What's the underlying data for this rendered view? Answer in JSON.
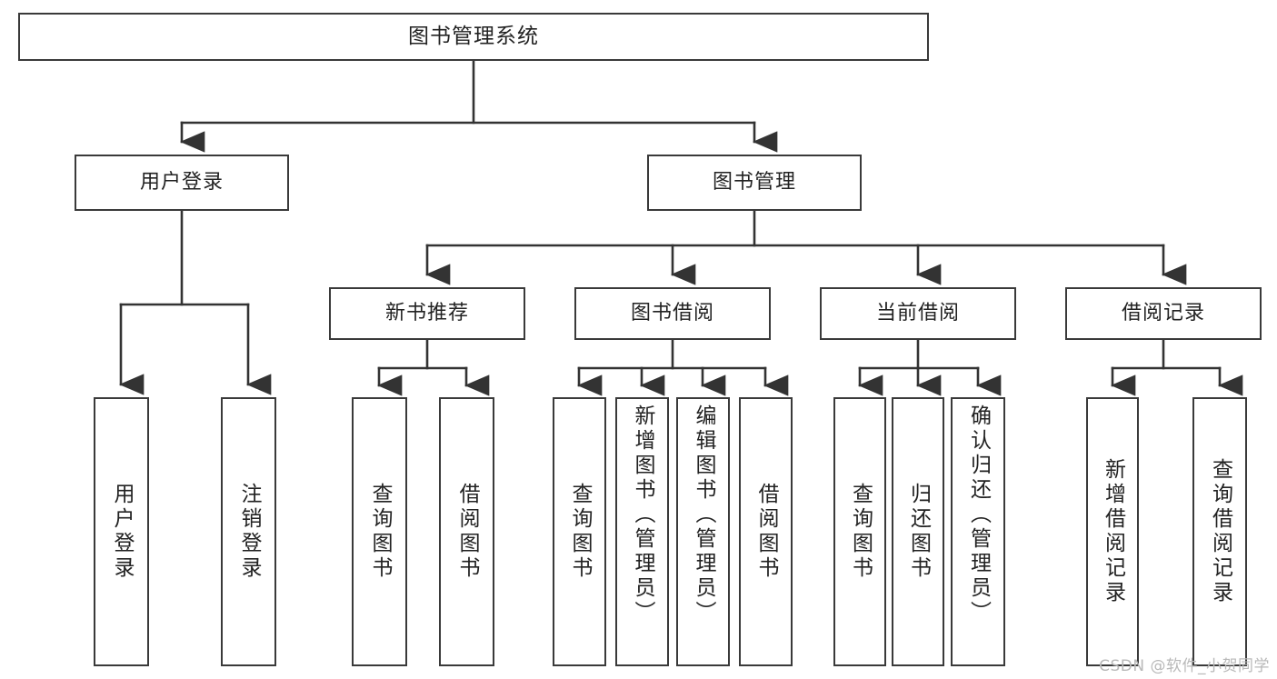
{
  "diagram": {
    "title": "图书管理系统",
    "type": "tree-hierarchy",
    "colors": {
      "box_border": "#3a3a3a",
      "box_fill": "#ffffff",
      "connector": "#333333",
      "text": "#222222",
      "watermark": "#b9b9b9"
    }
  },
  "watermark": {
    "text": "CSDN @软件_小贺同学"
  },
  "nodes": {
    "root": {
      "label": "图书管理系统"
    },
    "level2": [
      {
        "id": "user-login",
        "label": "用户登录"
      },
      {
        "id": "book-manage",
        "label": "图书管理"
      }
    ],
    "level3": [
      {
        "id": "new-book-recommend",
        "label": "新书推荐"
      },
      {
        "id": "book-borrow",
        "label": "图书借阅"
      },
      {
        "id": "current-borrow",
        "label": "当前借阅"
      },
      {
        "id": "borrow-record",
        "label": "借阅记录"
      }
    ],
    "leaves": {
      "user_login": [
        {
          "id": "leaf-user-login",
          "label": "用户登录"
        },
        {
          "id": "leaf-logout-login",
          "label": "注销登录"
        }
      ],
      "new_book_recommend": [
        {
          "id": "leaf-query-book-1",
          "label": "查询图书"
        },
        {
          "id": "leaf-borrow-book-1",
          "label": "借阅图书"
        }
      ],
      "book_borrow": [
        {
          "id": "leaf-query-book-2",
          "label": "查询图书"
        },
        {
          "id": "leaf-add-book",
          "label": "新增图书（管理员）"
        },
        {
          "id": "leaf-edit-book",
          "label": "编辑图书（管理员）"
        },
        {
          "id": "leaf-borrow-book-2",
          "label": "借阅图书"
        }
      ],
      "current_borrow": [
        {
          "id": "leaf-query-book-3",
          "label": "查询图书"
        },
        {
          "id": "leaf-return-book",
          "label": "归还图书"
        },
        {
          "id": "leaf-confirm-return",
          "label": "确认归还（管理员）"
        }
      ],
      "borrow_record": [
        {
          "id": "leaf-add-record",
          "label": "新增借阅记录"
        },
        {
          "id": "leaf-query-record",
          "label": "查询借阅记录"
        }
      ]
    }
  }
}
